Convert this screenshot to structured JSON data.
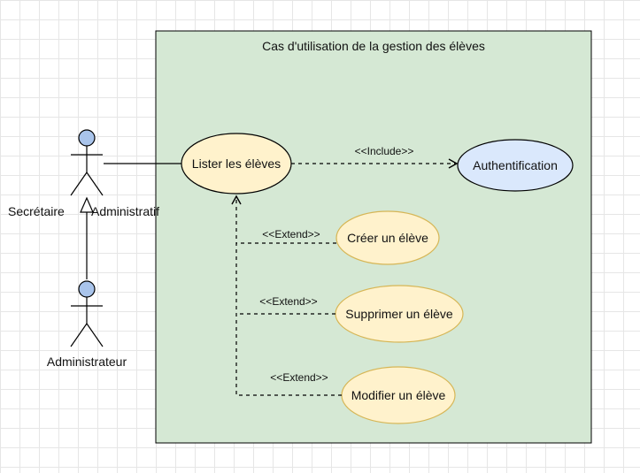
{
  "system": {
    "title": "Cas d'utilisation de la gestion des élèves",
    "fill": "#d5e8d4",
    "stroke": "#000000"
  },
  "actors": {
    "secretaire": "Secrétaire",
    "administratif": "Administratif",
    "administrateur": "Administrateur",
    "head_fill": "#a9c4eb"
  },
  "use_cases": {
    "lister": "Lister les élèves",
    "auth": "Authentification",
    "creer": "Créer un élève",
    "supprimer": "Supprimer un élève",
    "modifier": "Modifier un élève"
  },
  "relations": {
    "include": "<<Include>>",
    "extend": "<<Extend>>"
  },
  "colors": {
    "usecase_fill": "#fff2cc",
    "usecase_stroke": "#d6b656",
    "auth_fill": "#dae8fc"
  }
}
